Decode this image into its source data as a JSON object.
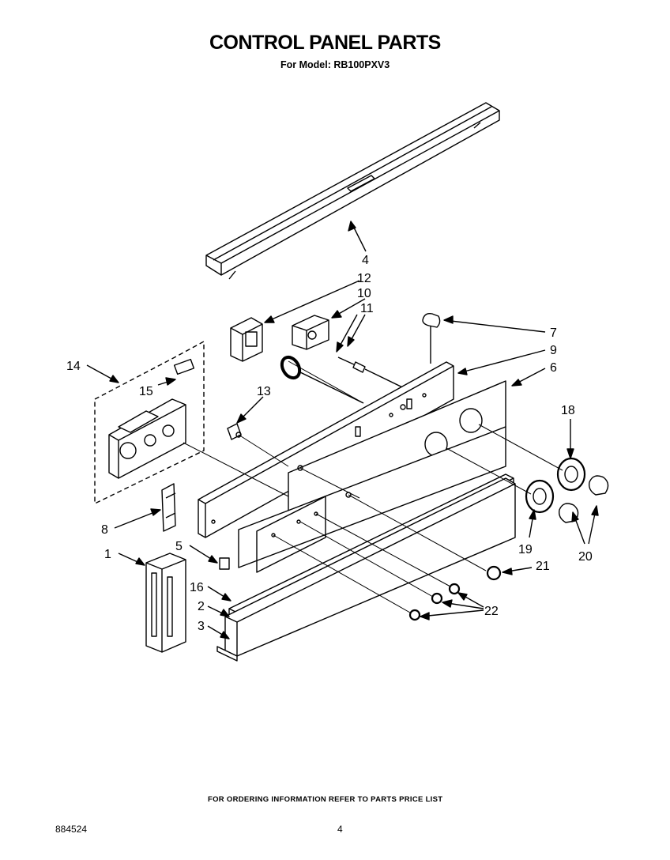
{
  "header": {
    "title": "CONTROL PANEL PARTS",
    "subtitle": "For Model: RB100PXV3"
  },
  "footer": {
    "ordering_note": "FOR ORDERING INFORMATION REFER TO PARTS PRICE LIST",
    "doc_number": "884524",
    "page_number": "4"
  },
  "callouts": {
    "c1": "1",
    "c2": "2",
    "c3": "3",
    "c4": "4",
    "c5": "5",
    "c6": "6",
    "c7": "7",
    "c8": "8",
    "c9": "9",
    "c10": "10",
    "c11": "11",
    "c12": "12",
    "c13": "13",
    "c14": "14",
    "c15": "15",
    "c16": "16",
    "c18": "18",
    "c19": "19",
    "c20": "20",
    "c21": "21",
    "c22": "22"
  }
}
